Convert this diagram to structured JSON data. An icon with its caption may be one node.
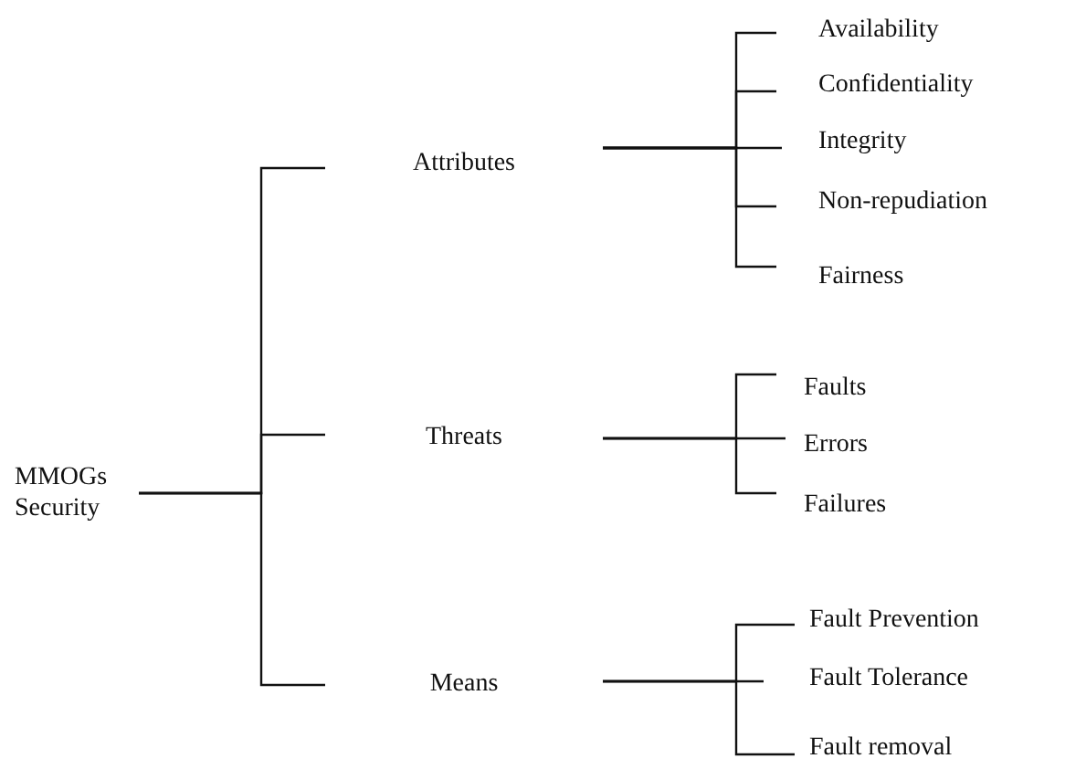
{
  "diagram": {
    "nodes": [
      {
        "text": [
          "MMOGs Security"
        ]
      },
      {
        "text": [
          "Attributes"
        ]
      },
      {
        "text": [
          "Threats"
        ]
      },
      {
        "text": [
          "Means"
        ]
      },
      {
        "text": [
          "Availability"
        ]
      },
      {
        "text": [
          "Confidentiality"
        ]
      },
      {
        "text": [
          "Integrity"
        ]
      },
      {
        "text": [
          "Non-repudiation"
        ]
      },
      {
        "text": [
          "Fairness"
        ]
      },
      {
        "text": [
          "Faults"
        ]
      },
      {
        "text": [
          "Errors"
        ]
      },
      {
        "text": [
          "Failures"
        ]
      },
      {
        "text": [
          "Fault Prevention"
        ]
      },
      {
        "text": [
          "Fault Tolerance"
        ]
      },
      {
        "text": [
          "Fault removal"
        ]
      }
    ],
    "edges": [
      {
        "from": 0,
        "to": 1,
        "arrow": "none"
      },
      {
        "from": 0,
        "to": 2,
        "arrow": "none"
      },
      {
        "from": 0,
        "to": 3,
        "arrow": "none"
      },
      {
        "from": 1,
        "to": 4,
        "arrow": "none"
      },
      {
        "from": 1,
        "to": 5,
        "arrow": "none"
      },
      {
        "from": 1,
        "to": 6,
        "arrow": "none"
      },
      {
        "from": 1,
        "to": 7,
        "arrow": "none"
      },
      {
        "from": 1,
        "to": 8,
        "arrow": "none"
      },
      {
        "from": 2,
        "to": 9,
        "arrow": "none"
      },
      {
        "from": 2,
        "to": 10,
        "arrow": "none"
      },
      {
        "from": 2,
        "to": 11,
        "arrow": "none"
      },
      {
        "from": 3,
        "to": 12,
        "arrow": "none"
      },
      {
        "from": 3,
        "to": 13,
        "arrow": "none"
      },
      {
        "from": 3,
        "to": 14,
        "arrow": "none"
      }
    ]
  }
}
